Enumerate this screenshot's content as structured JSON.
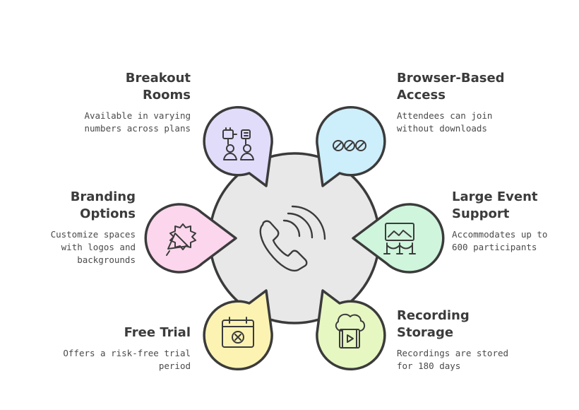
{
  "items": [
    {
      "id": "breakout",
      "title": "Breakout\nRooms",
      "description": "Available in varying\nnumbers across plans",
      "color": "#e2dcfb",
      "icon": "people-connect-icon"
    },
    {
      "id": "browser",
      "title": "Browser-Based\nAccess",
      "description": "Attendees can join\nwithout downloads",
      "color": "#cdeefb",
      "icon": "link-chain-icon"
    },
    {
      "id": "branding",
      "title": "Branding\nOptions",
      "description": "Customize spaces\nwith logos and\nbackgrounds",
      "color": "#fbd6ec",
      "icon": "megaphone-badge-icon"
    },
    {
      "id": "large-event",
      "title": "Large Event\nSupport",
      "description": "Accommodates up to\n600 participants",
      "color": "#cff5dc",
      "icon": "exhibit-stanchion-icon"
    },
    {
      "id": "free-trial",
      "title": "Free Trial",
      "description": "Offers a risk-free trial\nperiod",
      "color": "#fcf3b3",
      "icon": "calendar-cancel-icon"
    },
    {
      "id": "recording",
      "title": "Recording\nStorage",
      "description": "Recordings are stored\nfor 180 days",
      "color": "#e6f7c2",
      "icon": "cloud-video-icon"
    }
  ],
  "center": {
    "color": "#e8e8e8",
    "icon": "phone-call-icon"
  }
}
